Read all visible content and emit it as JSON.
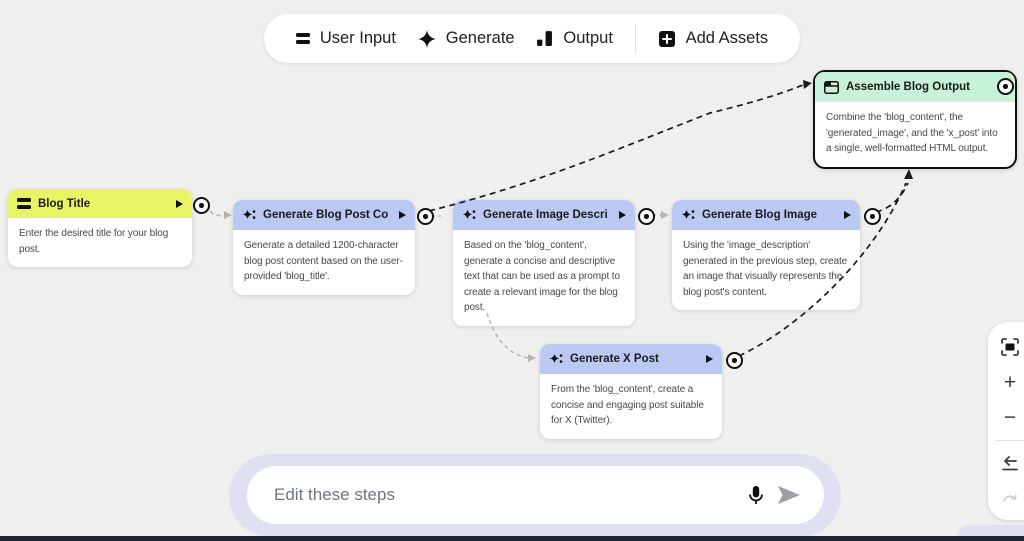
{
  "toolbar": {
    "items": [
      {
        "label": "User Input",
        "icon": "user-input-icon"
      },
      {
        "label": "Generate",
        "icon": "generate-icon"
      },
      {
        "label": "Output",
        "icon": "output-icon"
      },
      {
        "label": "Add Assets",
        "icon": "add-assets-icon"
      }
    ]
  },
  "nodes": [
    {
      "id": "blog-title",
      "type": "user-input",
      "title": "Blog Title",
      "description": "Enter the desired title for your blog post."
    },
    {
      "id": "generate-blog-post-content",
      "type": "generate",
      "title": "Generate Blog Post Con...",
      "description": "Generate a detailed 1200-character blog post content based on the user-provided 'blog_title'."
    },
    {
      "id": "generate-image-description",
      "type": "generate",
      "title": "Generate Image Descrip...",
      "description": "Based on the 'blog_content', generate a concise and descriptive text that can be used as a prompt to create a relevant image for the blog post."
    },
    {
      "id": "generate-blog-image",
      "type": "generate",
      "title": "Generate Blog Image",
      "description": "Using the 'image_description' generated in the previous step, create an image that visually represents the blog post's content."
    },
    {
      "id": "generate-x-post",
      "type": "generate",
      "title": "Generate X Post",
      "description": "From the 'blog_content', create a concise and engaging post suitable for X (Twitter)."
    },
    {
      "id": "assemble-blog-output",
      "type": "output",
      "title": "Assemble Blog Output",
      "description": "Combine the 'blog_content', the 'generated_image', and the 'x_post' into a single, well-formatted HTML output."
    }
  ],
  "chat": {
    "placeholder": "Edit these steps"
  },
  "zoom_panel": {
    "icons": [
      "fit-screen",
      "zoom-in",
      "zoom-out",
      "undo",
      "redo"
    ]
  },
  "colors": {
    "canvas": "#efefee",
    "user_input_header": "#e9f464",
    "generate_header": "#b9c9f4",
    "output_header": "#c7f1d8",
    "chat_container": "#dfe1f3",
    "bottom_bar": "#1d2935",
    "wire": "#1c1c1c",
    "wire_muted": "#b4b4b4"
  }
}
